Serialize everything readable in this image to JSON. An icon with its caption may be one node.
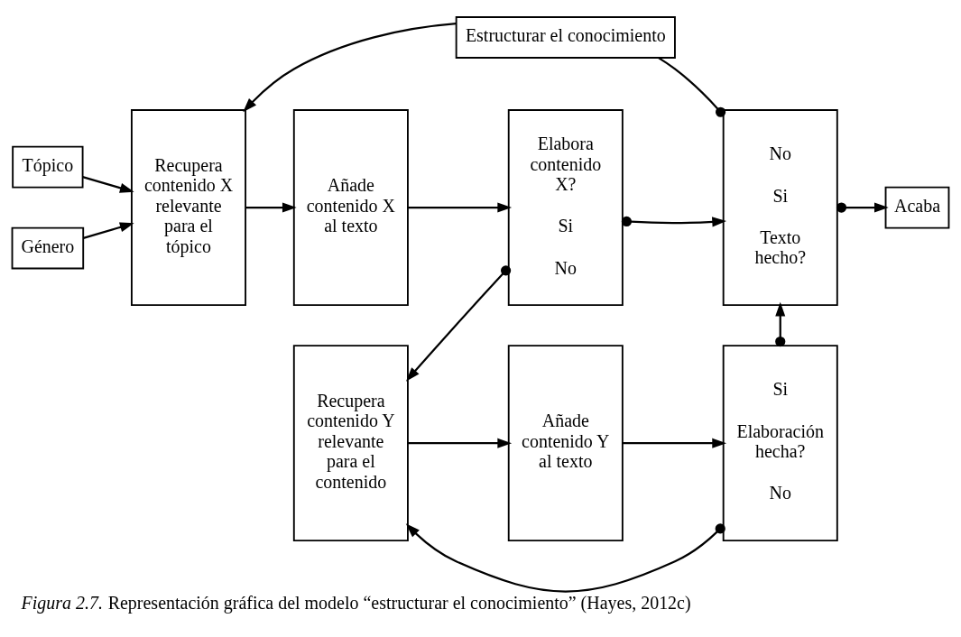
{
  "diagram": {
    "caption": "*Figura 2.7.* Representación gráfica del modelo “estructurar el conocimiento” (Hayes, 2012c)",
    "nodes": [
      {
        "text": [
          "Estructurar el conocimiento"
        ]
      },
      {
        "text": [
          "Tópico"
        ]
      },
      {
        "text": [
          "Género"
        ]
      },
      {
        "text": [
          "Recupera contenido X relevante para el tópico"
        ]
      },
      {
        "text": [
          "Añade contenido X al texto"
        ]
      },
      {
        "text": [
          "No",
          "Si",
          "Texto hecho?"
        ]
      },
      {
        "text": [
          "Elabora contenido X?",
          "Si",
          "No"
        ]
      },
      {
        "text": [
          "Acaba"
        ]
      },
      {
        "text": [
          "Recupera contenido Y relevante para el contenido"
        ]
      },
      {
        "text": [
          "Añade contenido Y al texto"
        ]
      },
      {
        "text": [
          "Si",
          "Elaboración hecha?",
          "No"
        ]
      }
    ],
    "edges": [
      {
        "from": 5,
        "to": 0,
        "arrow": "other"
      },
      {
        "from": 0,
        "to": 3,
        "arrow": "to"
      },
      {
        "from": 1,
        "to": 3,
        "arrow": "to"
      },
      {
        "from": 2,
        "to": 3,
        "arrow": "to"
      },
      {
        "from": 3,
        "to": 4,
        "arrow": "to"
      },
      {
        "from": 4,
        "to": 6,
        "arrow": "to"
      },
      {
        "from": 6,
        "to": 5,
        "arrow": "to"
      },
      {
        "from": 5,
        "to": 7,
        "arrow": "to"
      },
      {
        "from": 6,
        "to": 8,
        "arrow": "to"
      },
      {
        "from": 8,
        "to": 9,
        "arrow": "to"
      },
      {
        "from": 9,
        "to": 10,
        "arrow": "to"
      },
      {
        "from": 10,
        "to": 5,
        "arrow": "to"
      },
      {
        "from": 10,
        "to": 8,
        "arrow": "to"
      }
    ]
  }
}
